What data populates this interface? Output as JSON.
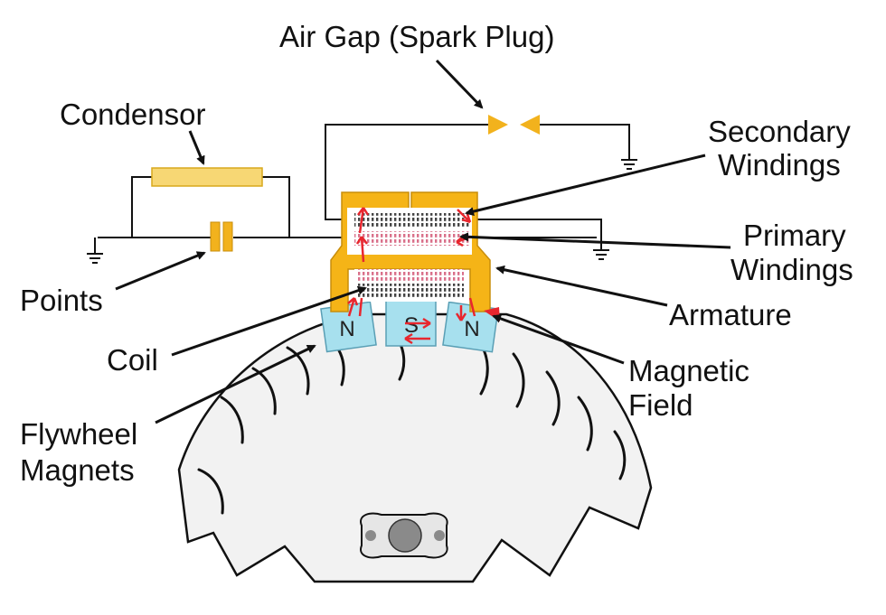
{
  "labels": {
    "air_gap": "Air Gap (Spark Plug)",
    "condensor": "Condensor",
    "secondary_1": "Secondary",
    "secondary_2": "Windings",
    "primary_1": "Primary",
    "primary_2": "Windings",
    "points": "Points",
    "armature": "Armature",
    "coil": "Coil",
    "magnetic_1": "Magnetic",
    "magnetic_2": "Field",
    "flywheel_1": "Flywheel",
    "flywheel_2": "Magnets"
  },
  "poles": {
    "left": "N",
    "center": "S",
    "right": "N"
  },
  "colors": {
    "armature": "#f5b417",
    "condensor": "#f7d774",
    "points": "#f2b21d",
    "magnet": "#a7e0ee",
    "flux_arrow": "#e8262e",
    "flywheel": "#f2f2f2",
    "line": "#111111"
  }
}
